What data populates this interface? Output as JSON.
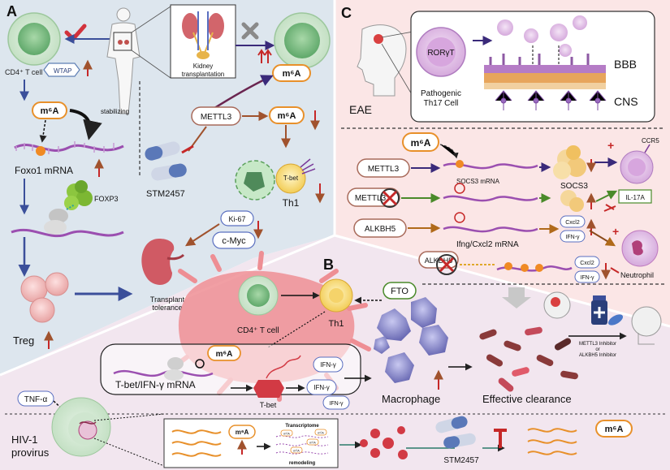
{
  "panels": {
    "a": {
      "letter": "A",
      "cd4_label": "CD4⁺ T cell",
      "wtap": "WTAP",
      "kidney_label_line1": "Kidney",
      "kidney_label_line2": "transplantation",
      "m6a_top": "m⁶A",
      "m6a_left": "m⁶A",
      "stabilizing": "stabilizing",
      "foxo1": "Foxo1 mRNA",
      "foxp3": "FOXP3",
      "treg": "Treg",
      "mettl3": "METTL3",
      "m6a_mid": "m⁶A",
      "stm": "STM2457",
      "tbet": "T-bet",
      "th1": "Th1",
      "ki67": "Ki-67",
      "cmyc": "c-Myc",
      "transplant_line1": "Transplant",
      "transplant_line2": "tolerance"
    },
    "b": {
      "letter": "B",
      "cd4_label": "CD4⁺ T cell",
      "th1": "Th1",
      "fto": "FTO",
      "m6a": "m⁶A",
      "tbet_mrna": "T-bet/IFN-γ mRNA",
      "tbet": "T-bet",
      "ifng1": "IFN-γ",
      "ifng2": "IFN-γ",
      "ifng3": "IFN-γ",
      "macrophage": "Macrophage",
      "clearance": "Effective clearance",
      "tnf": "TNF-α",
      "hiv_line1": "HIV-1",
      "hiv_line2": "provirus",
      "m6a_box": "m⁶A",
      "transcriptome_line1": "Transcriptome",
      "transcriptome_line2": "remodeling",
      "stm": "STM2457",
      "m6a_right": "m⁶A",
      "mini_m6a": "m⁶A"
    },
    "c": {
      "letter": "C",
      "ror": "RORγT",
      "pathogenic_line1": "Pathogenic",
      "pathogenic_line2": "Th17 Cell",
      "eae": "EAE",
      "bbb": "BBB",
      "cns": "CNS",
      "m6a": "m⁶A",
      "mettl3_a": "METTL3",
      "mettl3_b": "METTL3",
      "alkbh5_a": "ALKBH5",
      "alkbh5_b": "ALKBH5",
      "socs3_mrna": "SOCS3 mRNA",
      "socs3": "SOCS3",
      "ccr5": "CCR5",
      "il17a": "IL-17A",
      "ifng_cxcl2": "Ifng/Cxcl2 mRNA",
      "cxcl2_a": "Cxcl2",
      "ifng_a": "IFN-γ",
      "cxcl2_b": "Cxcl2",
      "ifng_b": "IFN-γ",
      "neutrophil": "Neutrophil",
      "inhibitor_line1": "METTL3 Inhibitor",
      "inhibitor_line2": "or",
      "inhibitor_line3": "ALKBH5 Inhibitor"
    }
  },
  "colors": {
    "panel_a_bg": "#dde6ee",
    "panel_b_bg": "#f2e6ef",
    "panel_c_bg": "#fbe6e6",
    "mrna": "#9b4fb0",
    "m6a_border": "#e8902a",
    "arrow_blue": "#3b4f9a",
    "up_arrow": "#c62828"
  }
}
